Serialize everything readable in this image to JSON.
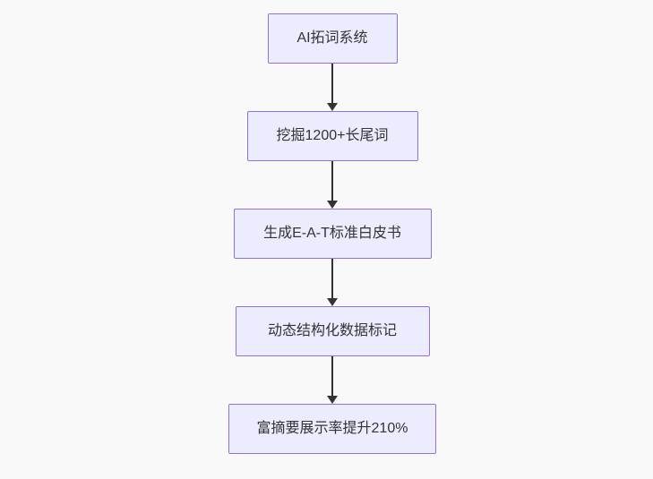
{
  "diagram": {
    "type": "flowchart",
    "direction": "top-down",
    "nodes": [
      {
        "id": "A",
        "label": "AI拓词系统"
      },
      {
        "id": "B",
        "label": "挖掘1200+长尾词"
      },
      {
        "id": "C",
        "label": "生成E-A-T标准白皮书"
      },
      {
        "id": "D",
        "label": "动态结构化数据标记"
      },
      {
        "id": "E",
        "label": "富摘要展示率提升210%"
      }
    ],
    "edges": [
      {
        "from": "A",
        "to": "B"
      },
      {
        "from": "B",
        "to": "C"
      },
      {
        "from": "C",
        "to": "D"
      },
      {
        "from": "D",
        "to": "E"
      }
    ]
  },
  "colors": {
    "background": "#f9f9f9",
    "node_fill": "#ececff",
    "node_border": "#9370db",
    "text": "#333333",
    "arrow": "#333333"
  }
}
